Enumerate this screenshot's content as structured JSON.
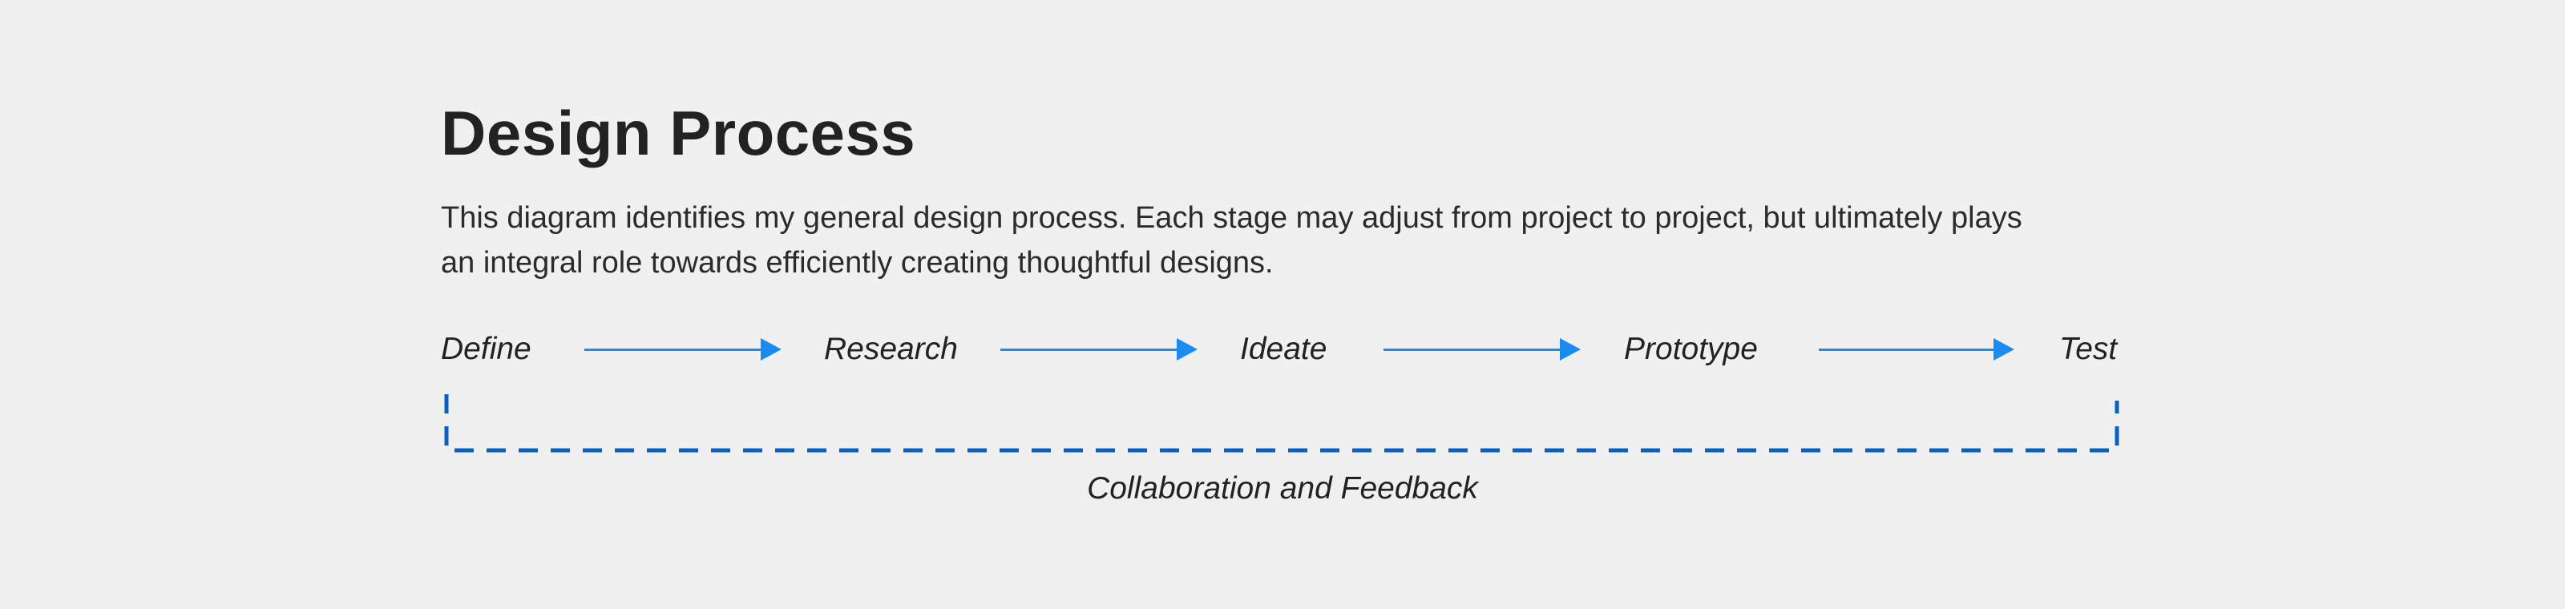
{
  "title": "Design Process",
  "description": {
    "line1": "This diagram identifies my general design process. Each stage may adjust from project to project, but ultimately plays",
    "line2": "an integral role towards efficiently creating thoughtful designs."
  },
  "stages": [
    "Define",
    "Research",
    "Ideate",
    "Prototype",
    "Test"
  ],
  "feedback_label": "Collaboration and Feedback",
  "colors": {
    "background": "#f0f0f0",
    "arrow": "#1a8cf0",
    "dashed_loop": "#0a5fc4",
    "text": "#222222"
  }
}
